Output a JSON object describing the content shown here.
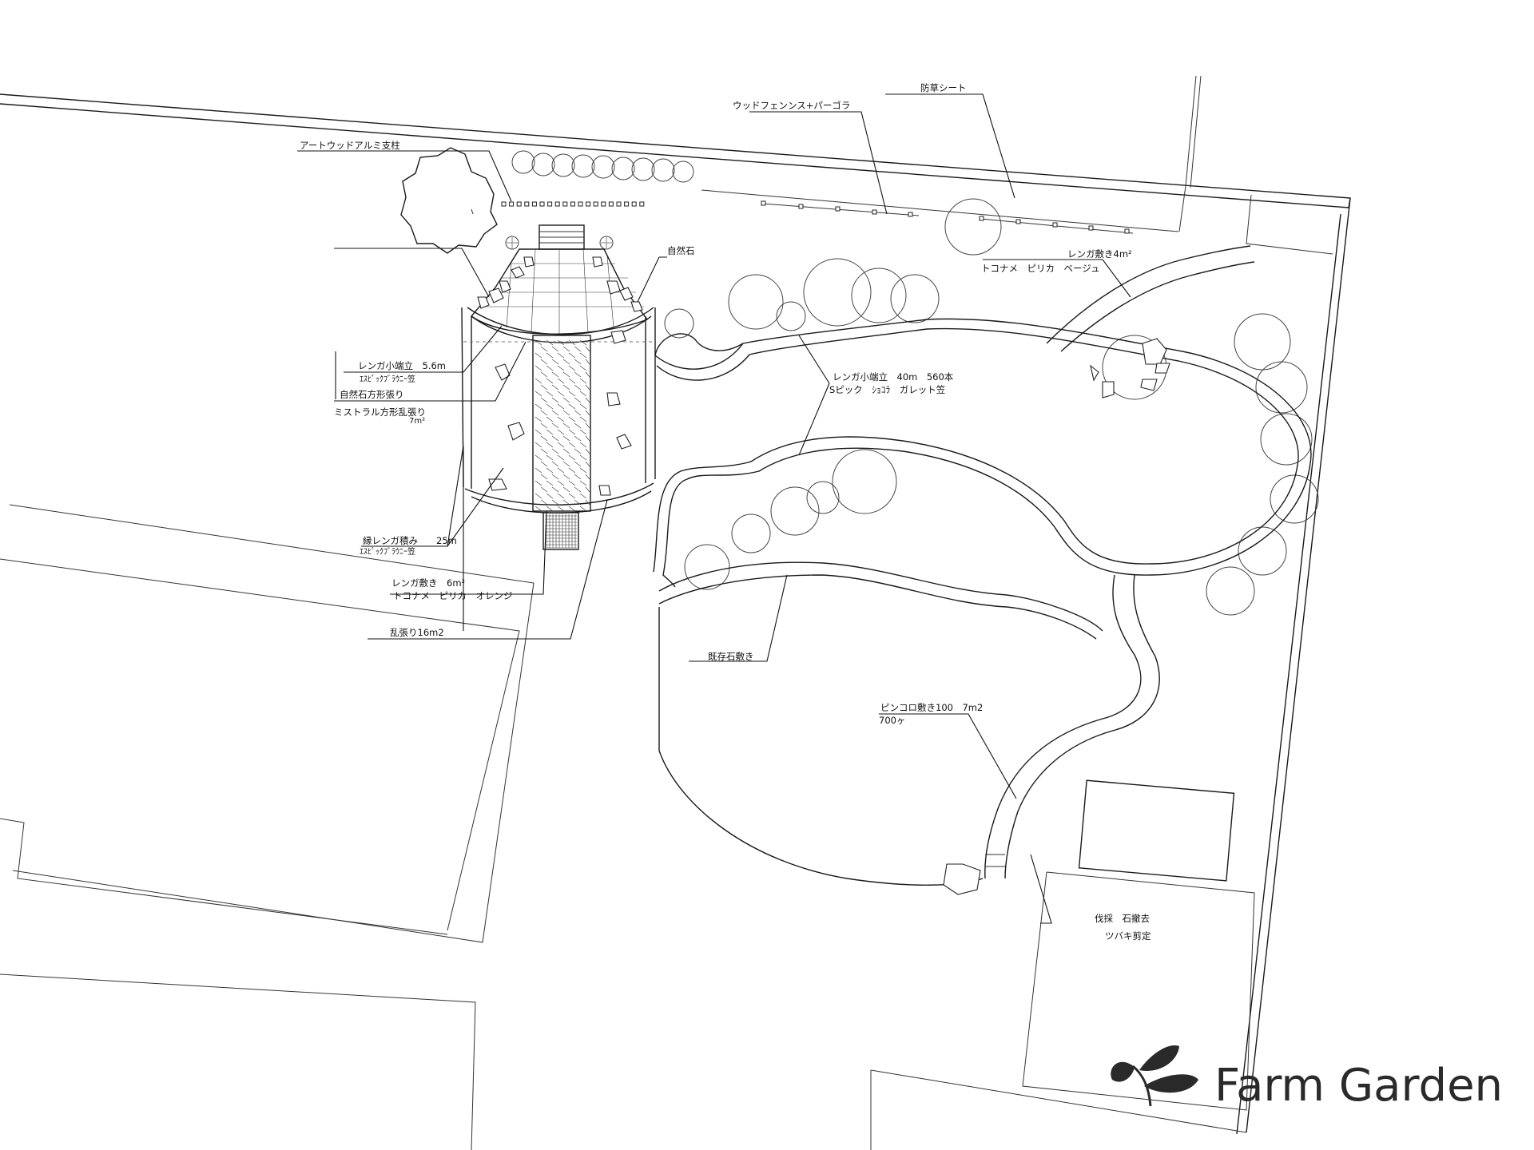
{
  "labels": {
    "art_wood_post": "アートウッドアルミ支柱",
    "wood_fence": "ウッドフェンンス+パーゴラ",
    "weed_sheet": "防草シート",
    "natural_stone": "自然石",
    "brick_paving_ne_title": "レンガ敷き4m²",
    "brick_paving_ne_detail": "トコナメ　ピリカ　ベージュ",
    "brick_edge_small_1": "レンガ小端立　5.6m",
    "brick_edge_small_1_detail": "ｴｽﾋﾟｯｸﾌﾞﾗｳﾆｰ笠",
    "natural_stone_square": "自然石方形張り",
    "mistral_square": "ミストラル方形乱張り",
    "mistral_area": "7m²",
    "brick_edge_large": "レンガ小端立　40m　560本",
    "brick_edge_large_detail": "Sピック　ｼｮｺﾗ　ガレット笠",
    "edge_brick_stack": "縁レンガ積み　　25m",
    "edge_brick_stack_detail": "ｴｽﾋﾟｯｸﾌﾞﾗｳﾆｰ笠",
    "brick_paving_path_title": "レンガ敷き　6m²",
    "brick_paving_path_detail": "トコナメ　ピリカ　オレンジ",
    "crazy_paving": "乱張り16m2",
    "existing_stone": "既存石敷き",
    "pincoro_title": "ピンコロ敷き100　7m2",
    "pincoro_count": "700ヶ",
    "felling": "伐採　石撤去",
    "camellia": "ツバキ剪定"
  },
  "logo": {
    "brand": "Farm Garden",
    "icon": "sprout-leaf-icon",
    "color": "#2a2a2a"
  }
}
